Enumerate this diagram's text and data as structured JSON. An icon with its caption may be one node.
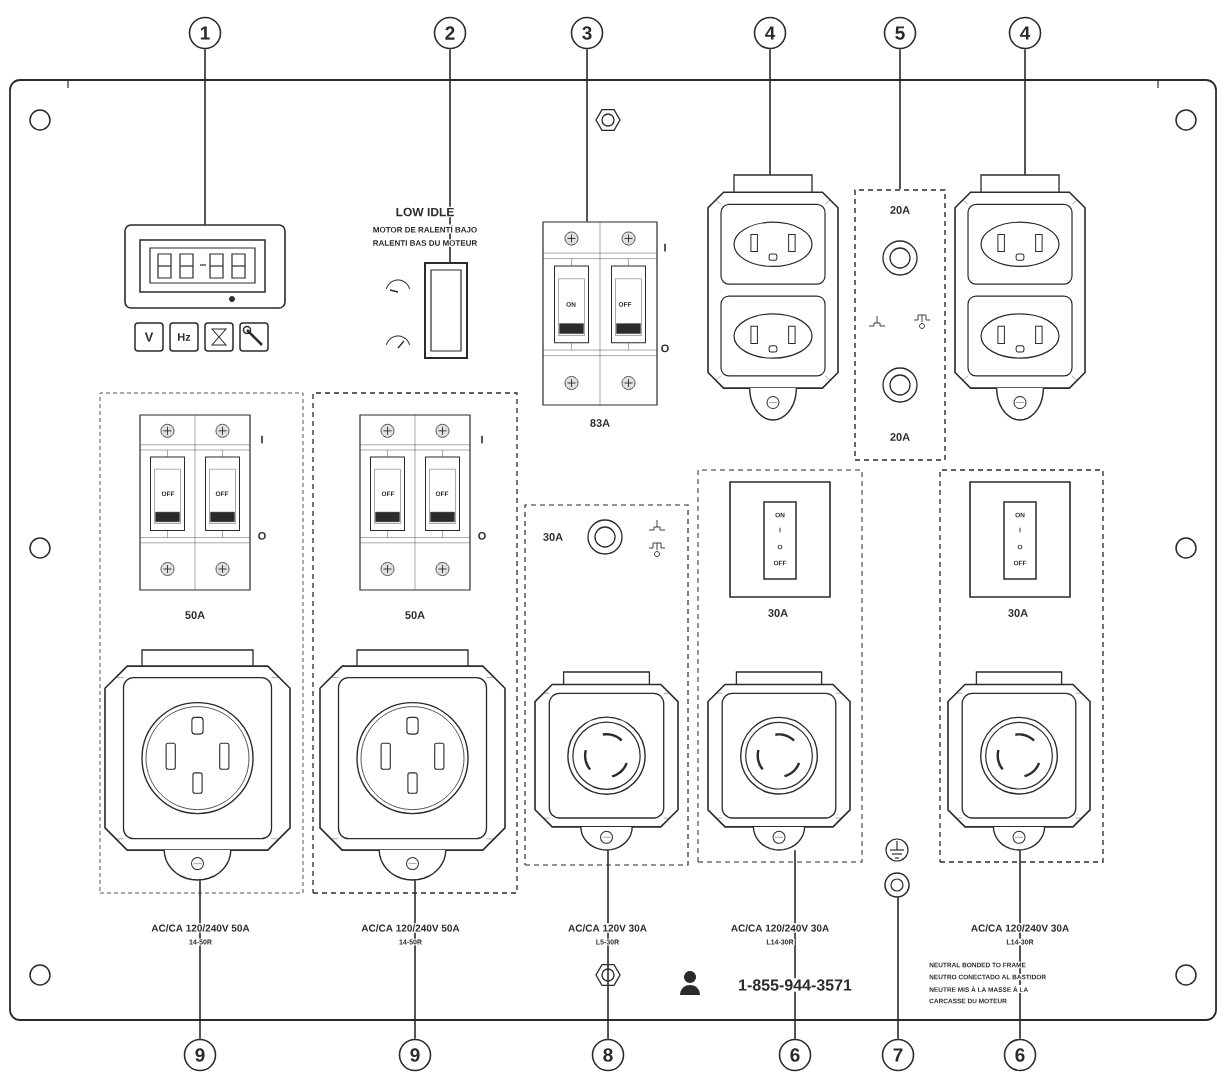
{
  "diagram": {
    "nodes": [
      {
        "text": [
          "1"
        ]
      },
      {
        "text": [
          "2"
        ]
      },
      {
        "text": [
          "3"
        ]
      },
      {
        "text": [
          "4"
        ]
      },
      {
        "text": [
          "5"
        ]
      },
      {
        "text": [
          "4"
        ]
      },
      {
        "text": [],
        "shape": "picture",
        "beside": [
          "V",
          "Hz"
        ]
      },
      {
        "text": [],
        "shape": "picture",
        "beside": [
          "LOW IDLE",
          "MOTOR DE RALENTÍ BAJO",
          "RALENTI BAS DU MOTEUR"
        ]
      },
      {
        "text": [
          "ON",
          "OFF"
        ],
        "beside": [
          "I",
          "O",
          "83A"
        ]
      },
      {
        "text": [],
        "shape": "picture"
      },
      {
        "text": [
          "20A",
          "20A"
        ]
      },
      {
        "text": [],
        "shape": "picture"
      },
      {
        "text": [
          "9"
        ]
      },
      {
        "text": [
          "9"
        ]
      },
      {
        "text": [
          "8"
        ]
      },
      {
        "text": [
          "6"
        ]
      },
      {
        "text": [
          "7"
        ]
      },
      {
        "text": [
          "6"
        ]
      },
      {
        "text": [
          "OFF",
          "OFF",
          "I",
          "O",
          "50A"
        ]
      },
      {
        "text": [],
        "shape": "picture",
        "in": 18,
        "beside": [
          "AC/CA 120/240V 50A",
          "14-50R"
        ]
      },
      {
        "text": [
          "OFF",
          "OFF",
          "I",
          "O",
          "50A"
        ]
      },
      {
        "text": [],
        "shape": "picture",
        "in": 20,
        "beside": [
          "AC/CA 120/240V 50A",
          "14-50R"
        ]
      },
      {
        "text": [
          "30A"
        ]
      },
      {
        "text": [],
        "shape": "picture",
        "in": 22,
        "beside": [
          "AC/CA 120V 30A",
          "L5-30R"
        ]
      },
      {
        "text": [
          "ON",
          "I",
          "O",
          "OFF",
          "30A"
        ]
      },
      {
        "text": [],
        "shape": "picture",
        "in": 24,
        "beside": [
          "AC/CA 120/240V 30A",
          "L14-30R"
        ]
      },
      {
        "text": [],
        "shape": "circle"
      },
      {
        "text": [
          "ON",
          "I",
          "O",
          "OFF",
          "30A"
        ]
      },
      {
        "text": [],
        "shape": "picture",
        "in": 27,
        "beside": [
          "AC/CA 120/240V 30A",
          "L14-30R"
        ]
      }
    ],
    "edges": [
      {
        "from": 0,
        "to": 6,
        "arrow": "none"
      },
      {
        "from": 1,
        "to": 7,
        "arrow": "none"
      },
      {
        "from": 2,
        "to": 8,
        "arrow": "none"
      },
      {
        "from": 3,
        "to": 9,
        "arrow": "none"
      },
      {
        "from": 4,
        "to": 10,
        "arrow": "none"
      },
      {
        "from": 5,
        "to": 11,
        "arrow": "none"
      },
      {
        "from": 12,
        "to": 19,
        "arrow": "none"
      },
      {
        "from": 13,
        "to": 21,
        "arrow": "none"
      },
      {
        "from": 14,
        "to": 23,
        "arrow": "none"
      },
      {
        "from": 15,
        "to": 25,
        "arrow": "none"
      },
      {
        "from": 16,
        "to": 26,
        "arrow": "none"
      },
      {
        "from": 17,
        "to": 28,
        "arrow": "none"
      }
    ],
    "labels": [
      "1-855-944-3571",
      "NEUTRAL BONDED TO FRAME",
      "NEUTRO CONECTADO AL BASTIDOR",
      "NEUTRE MIS À LA MASSE À LA",
      "CARCASSE DU MOTEUR"
    ]
  }
}
